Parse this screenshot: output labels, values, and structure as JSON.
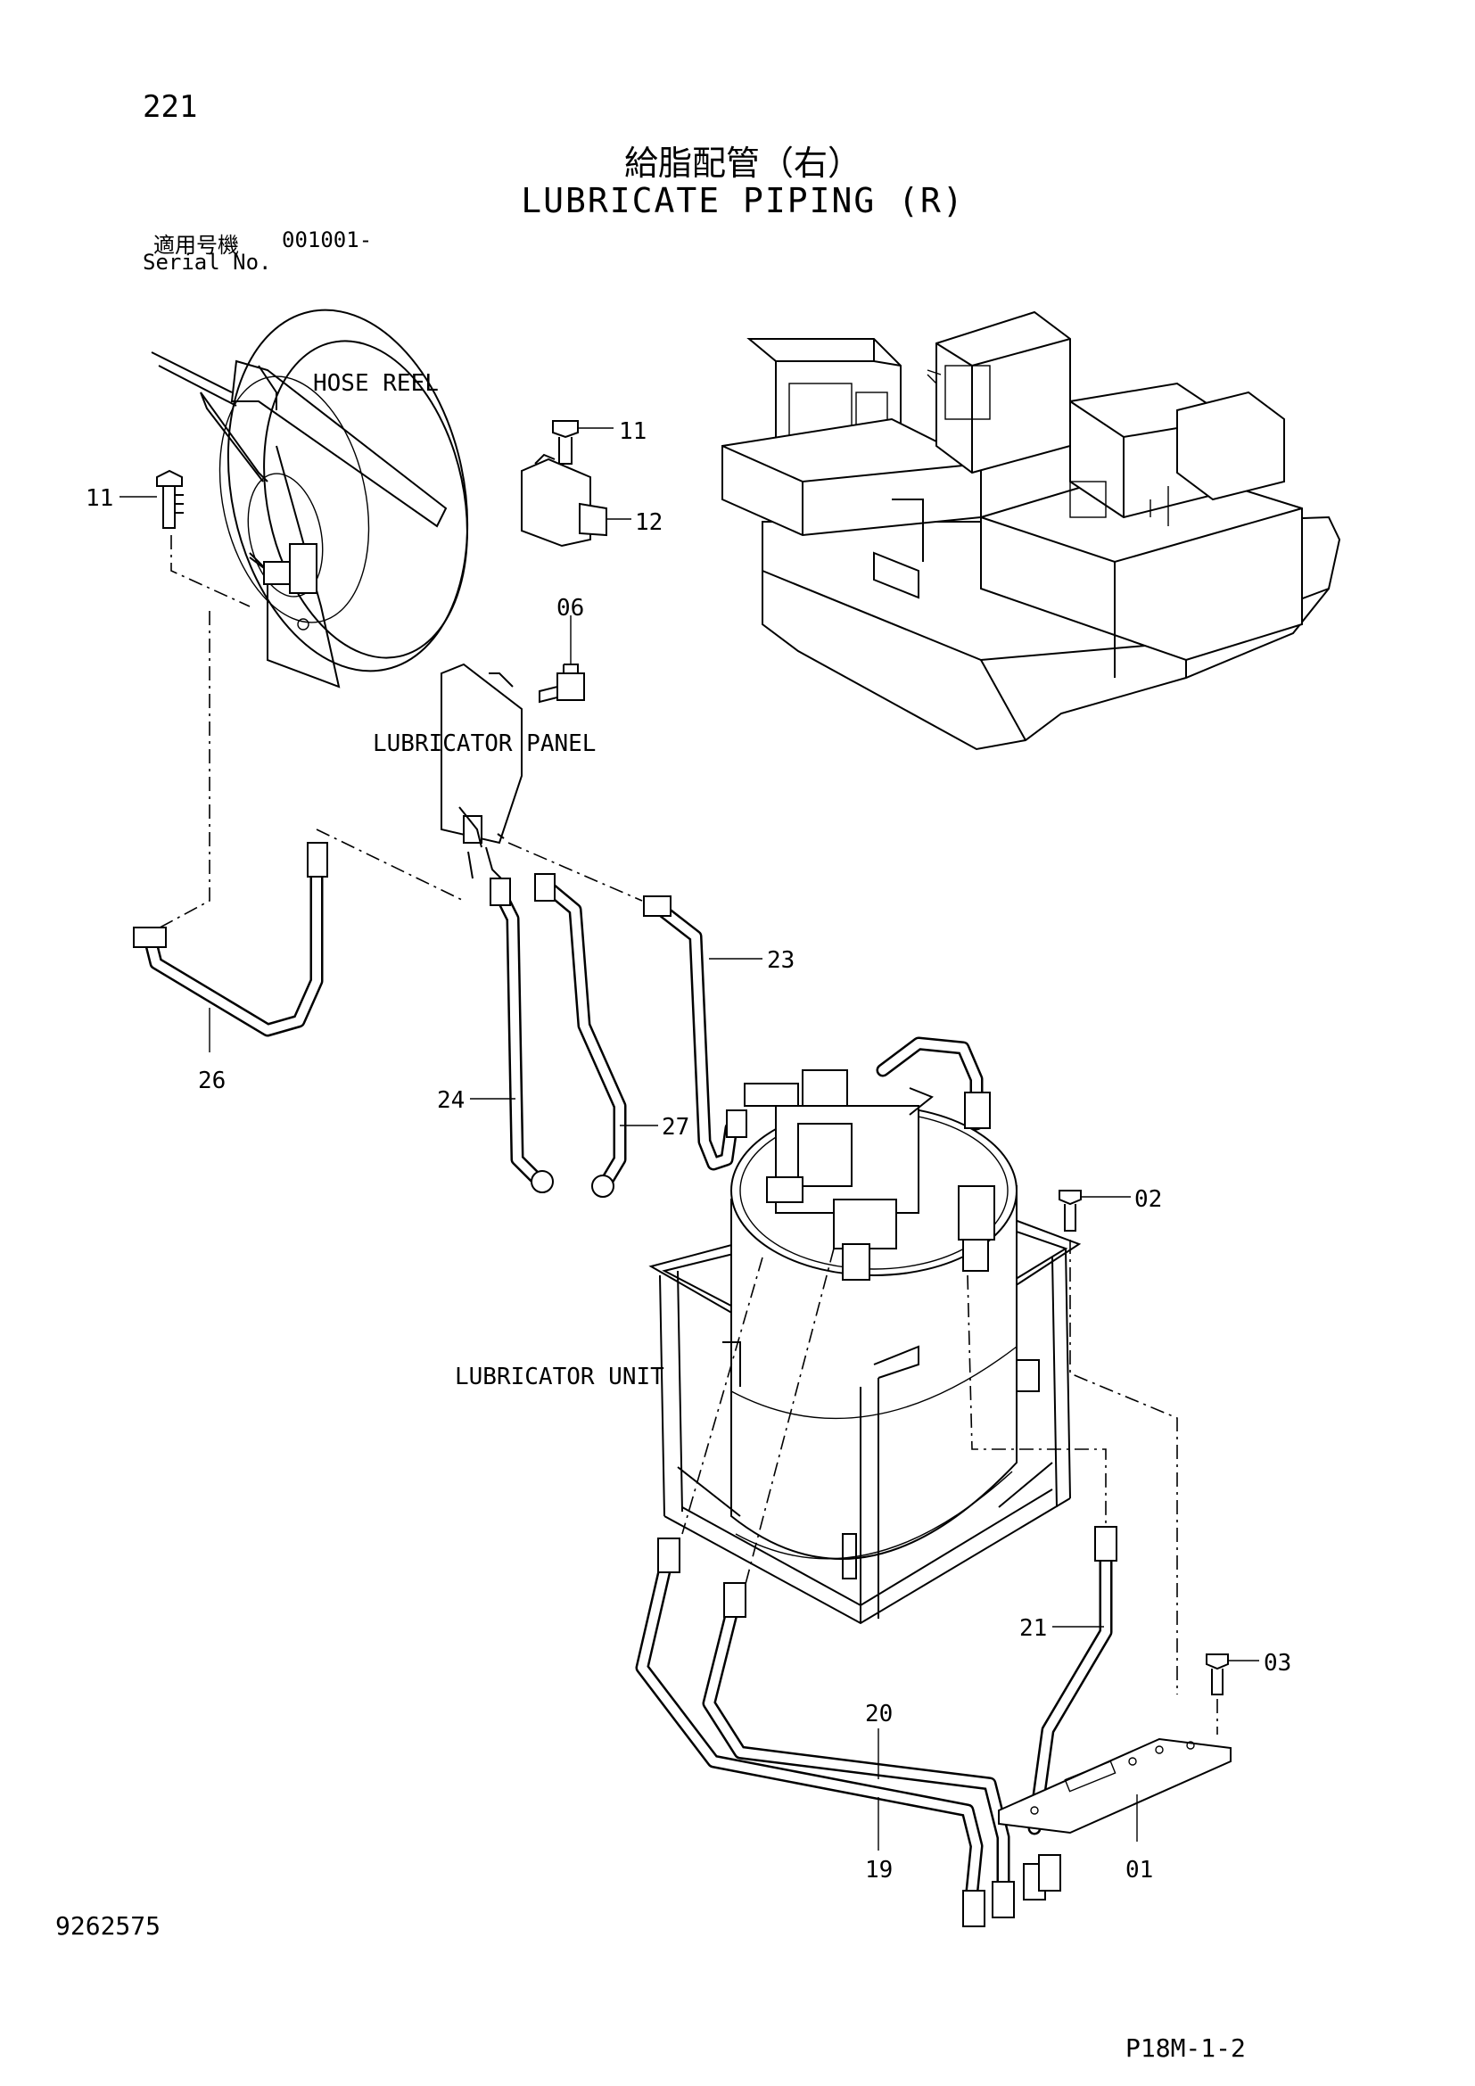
{
  "header": {
    "page_number": "221",
    "title_jp": "給脂配管（右）",
    "title_en": "LUBRICATE PIPING (R)",
    "serial_label_jp": "適用号機",
    "serial_value": "001001-",
    "serial_label_en": "Serial No."
  },
  "labels": {
    "hose_reel": "HOSE REEL",
    "lubricator_panel": "LUBRICATOR PANEL",
    "lubricator_unit": "LUBRICATOR UNIT"
  },
  "callouts": {
    "p11a": "11",
    "p11b": "11",
    "p12": "12",
    "p06": "06",
    "p23": "23",
    "p26": "26",
    "p24": "24",
    "p27": "27",
    "p02": "02",
    "p21": "21",
    "p03": "03",
    "p20": "20",
    "p19": "19",
    "p01": "01"
  },
  "footer": {
    "doc_id": "9262575",
    "page_code": "P18M-1-2"
  }
}
